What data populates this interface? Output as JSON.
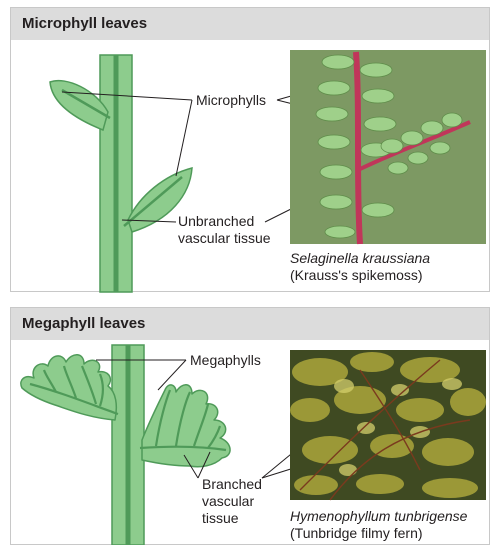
{
  "panels": [
    {
      "title": "Microphyll leaves",
      "labels": {
        "leaves": "Microphylls",
        "vascular_line1": "Unbranched",
        "vascular_line2": "vascular tissue"
      },
      "photo": {
        "scientific_name": "Selaginella kraussiana",
        "common_name": "(Krauss's spikemoss)"
      }
    },
    {
      "title": "Megaphyll leaves",
      "labels": {
        "leaves": "Megaphylls",
        "vascular_line1": "Branched",
        "vascular_line2": "vascular",
        "vascular_line3": "tissue"
      },
      "photo": {
        "scientific_name": "Hymenophyllum tunbrigense",
        "common_name": "(Tunbridge filmy fern)"
      }
    }
  ],
  "colors": {
    "plant_fill": "#8dcc8d",
    "plant_stroke": "#4f9a59",
    "vein": "#4f9a59",
    "header_bg": "#dcdcdc"
  }
}
